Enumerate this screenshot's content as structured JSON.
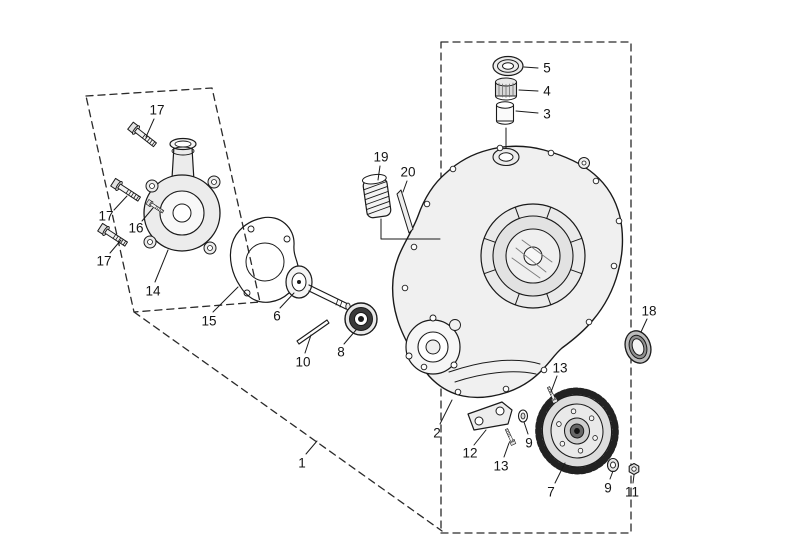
{
  "page": {
    "background_color": "#ffffff",
    "ink_color": "#1a1a1a"
  },
  "diagram": {
    "type": "exploded-parts-diagram",
    "part_labels": [
      {
        "text": "17"
      },
      {
        "text": "17"
      },
      {
        "text": "16"
      },
      {
        "text": "17"
      },
      {
        "text": "14"
      },
      {
        "text": "15"
      },
      {
        "text": "6"
      },
      {
        "text": "10"
      },
      {
        "text": "8"
      },
      {
        "text": "19"
      },
      {
        "text": "20"
      },
      {
        "text": "5"
      },
      {
        "text": "4"
      },
      {
        "text": "3"
      },
      {
        "text": "2"
      },
      {
        "text": "12"
      },
      {
        "text": "13"
      },
      {
        "text": "13"
      },
      {
        "text": "9"
      },
      {
        "text": "7"
      },
      {
        "text": "9"
      },
      {
        "text": "11"
      },
      {
        "text": "18"
      },
      {
        "text": "1"
      }
    ]
  }
}
